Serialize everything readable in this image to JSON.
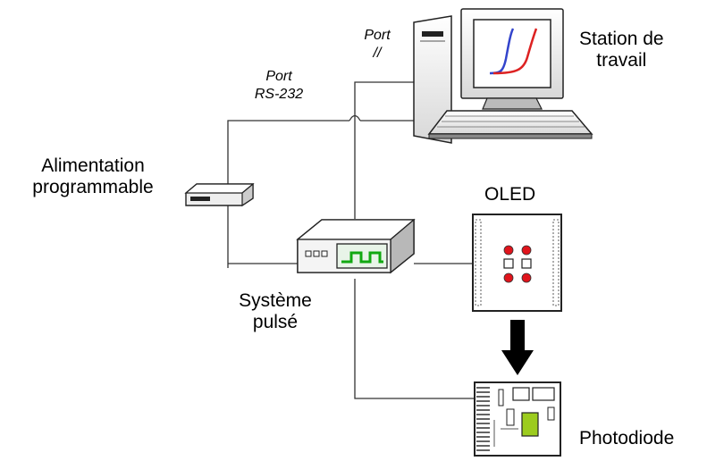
{
  "labels": {
    "workstation": [
      "Station de",
      "travail"
    ],
    "port_parallel": [
      "Port",
      "//"
    ],
    "port_serial": [
      "Port",
      "RS-232"
    ],
    "power_supply": [
      "Alimentation",
      "programmable"
    ],
    "oled": "OLED",
    "pulse_system": [
      "Système",
      "pulsé"
    ],
    "photodiode": "Photodiode"
  },
  "colors": {
    "line": "#333333",
    "curve_blue": "#3344cc",
    "curve_red": "#dd2222",
    "signal_green": "#11a811",
    "led_red": "#e0141c",
    "sensor_green": "#9ccc1e",
    "arrow": "#000000"
  },
  "icons": {
    "workstation": "computer-icon",
    "power_supply": "power-supply-icon",
    "pulse_system": "pulse-generator-icon",
    "oled": "oled-panel-icon",
    "photodiode": "photodiode-board-icon",
    "arrow": "down-arrow-icon"
  }
}
